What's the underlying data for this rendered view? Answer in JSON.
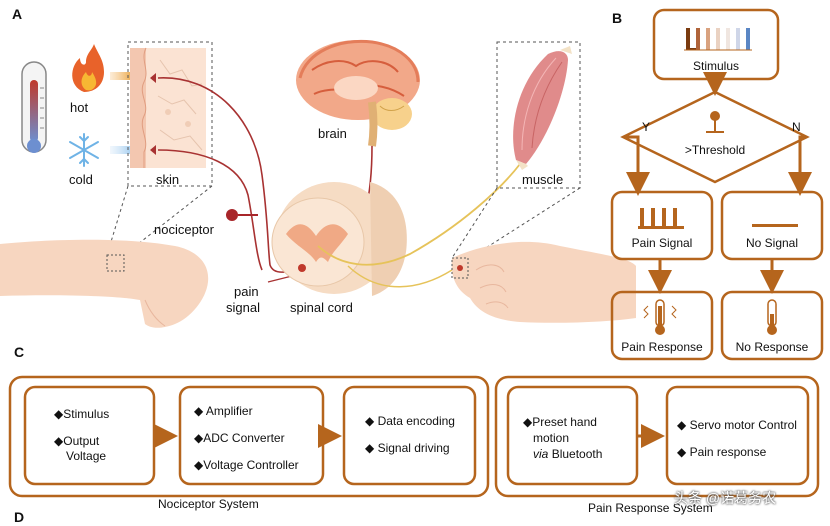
{
  "panels": {
    "a": "A",
    "b": "B",
    "c": "C",
    "d": "D"
  },
  "panel_a": {
    "hot": "hot",
    "cold": "cold",
    "skin": "skin",
    "brain": "brain",
    "muscle": "muscle",
    "nociceptor": "nociceptor",
    "pain_signal_1": "pain",
    "pain_signal_2": "signal",
    "spinal_cord": "spinal cord"
  },
  "panel_b": {
    "stimulus": "Stimulus",
    "yes": "Y",
    "no": "N",
    "threshold": ">Threshold",
    "pain_signal": "Pain Signal",
    "no_signal": "No Signal",
    "pain_response": "Pain Response",
    "no_response": "No Response",
    "stimulus_bar_colors": [
      "#7a3b10",
      "#b0643a",
      "#d9a27f",
      "#ead2c2",
      "#f0e6e0",
      "#cfd6e8",
      "#5a86c4"
    ]
  },
  "panel_c": {
    "nociceptor_system": "Nociceptor System",
    "pain_response_system": "Pain Response System",
    "box1": [
      "◆Stimulus",
      "◆Output",
      "Voltage"
    ],
    "box2": [
      "◆ Amplifier",
      "◆ADC Converter",
      "◆Voltage Controller"
    ],
    "box3": [
      "◆ Data encoding",
      "◆ Signal driving"
    ],
    "box4": [
      "◆Preset hand",
      "motion",
      "via",
      "Bluetooth"
    ],
    "box5": [
      "◆ Servo motor Control",
      "◆ Pain response"
    ]
  },
  "watermark": "头条 @诺葛务农",
  "colors": {
    "accent": "#b5651d",
    "nerve": "#a83232",
    "motor": "#e6c35a"
  }
}
